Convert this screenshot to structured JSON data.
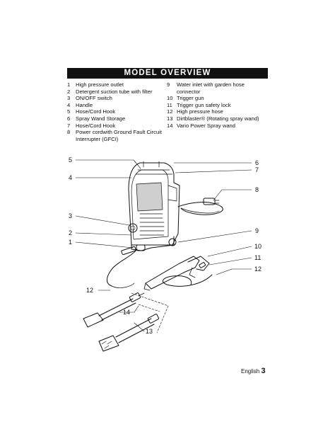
{
  "section_title": "MODEL OVERVIEW",
  "parts_left": [
    {
      "num": "1",
      "label": "High pressure outlet"
    },
    {
      "num": "2",
      "label": "Detergent suction tube with filter"
    },
    {
      "num": "3",
      "label": "ON/OFF switch"
    },
    {
      "num": "4",
      "label": "Handle"
    },
    {
      "num": "5",
      "label": "Hose/Cord Hook"
    },
    {
      "num": "6",
      "label": "Spray Wand Storage"
    },
    {
      "num": "7",
      "label": "Hose/Cord Hook"
    },
    {
      "num": "8",
      "label": "Power cordwith Ground Fault Circuit Interrupter (GFCI)"
    }
  ],
  "parts_right": [
    {
      "num": "9",
      "label": "Water inlet with garden hose connector"
    },
    {
      "num": "10",
      "label": "Trigger gun"
    },
    {
      "num": "11",
      "label": "Trigger gun safety lock"
    },
    {
      "num": "12",
      "label": "High pressure hose"
    },
    {
      "num": "13",
      "label": "Dirtblaster® (Rotating spray wand)"
    },
    {
      "num": "14",
      "label": "Vario Power Spray wand"
    }
  ],
  "callouts": {
    "c5": "5",
    "c4": "4",
    "c3": "3",
    "c2": "2",
    "c1": "1",
    "c6": "6",
    "c7": "7",
    "c8": "8",
    "c9": "9",
    "c10": "10",
    "c11": "11",
    "c12r": "12",
    "c12l": "12",
    "c14": "14",
    "c13": "13"
  },
  "footer": {
    "language": "English",
    "page": "3"
  }
}
